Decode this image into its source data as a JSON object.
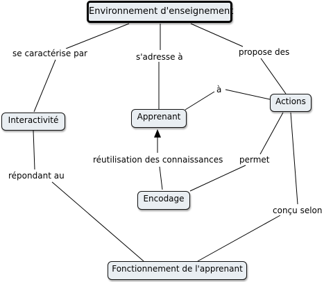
{
  "concepts": {
    "root": "Environnement d'enseignement",
    "interactivite": "Interactivité",
    "apprenant": "Apprenant",
    "actions": "Actions",
    "encodage": "Encodage",
    "fonctionnement": "Fonctionnement de l'apprenant"
  },
  "links": {
    "se_caracterise_par": "se caractérise par",
    "s_adresse_a": "s'adresse à",
    "propose_des": "propose des",
    "a": "à",
    "reutilisation": "réutilisation des connaissances",
    "permet": "permet",
    "repondant_au": "répondant au",
    "concu_selon": "conçu selon"
  },
  "colors": {
    "node_fill": "#e9eef2",
    "stroke": "#000000",
    "background": "#ffffff"
  }
}
